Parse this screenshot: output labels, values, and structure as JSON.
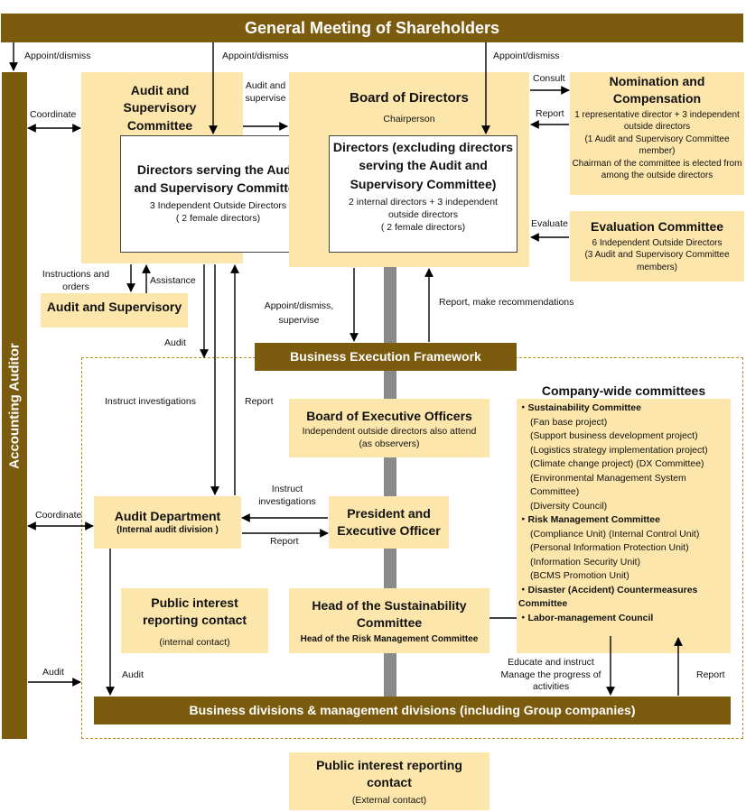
{
  "colors": {
    "dark": "#7b5b0e",
    "light": "#fde6ab",
    "connector": "#8a8a8a"
  },
  "shareholders": "General Meeting of Shareholders",
  "accounting_auditor": "Accounting Auditor",
  "audit_committee": {
    "title": "Audit and Supervisory Committee"
  },
  "audit_directors": {
    "title": "Directors serving the Audit and Supervisory Committee",
    "line1": "3 Independent Outside Directors",
    "line2": "( 2 female directors)"
  },
  "audit_staff": {
    "title": "Audit and Supervisory"
  },
  "board": {
    "title": "Board of Directors",
    "chairperson": "Chairperson"
  },
  "directors": {
    "title": "Directors (excluding directors serving the Audit and Supervisory Committee)",
    "line1": "2 internal directors + 3 independent outside directors",
    "line2": "( 2 female directors)"
  },
  "nomination": {
    "title": "Nomination and Compensation",
    "line1": "1 representative director + 3 independent outside directors",
    "line2": "(1 Audit and Supervisory Committee member)",
    "line3": "Chairman of the committee is elected from among the outside directors"
  },
  "evaluation": {
    "title": "Evaluation Committee",
    "line1": "6 Independent Outside Directors",
    "line2": "(3 Audit and Supervisory Committee members)"
  },
  "bef": "Business Execution Framework",
  "beo": {
    "title": "Board of Executive Officers",
    "line1": "Independent outside directors also attend",
    "line2": "(as observers)"
  },
  "audit_dept": {
    "title": "Audit Department",
    "sub": "(Internal audit division )"
  },
  "president": {
    "title": "President and Executive Officer"
  },
  "public_internal": {
    "title": "Public interest reporting contact",
    "sub": "(internal contact)"
  },
  "head_sus": {
    "title": "Head of the Sustainability Committee",
    "sub": "Head of the Risk Management Committee"
  },
  "business_div": "Business divisions & management divisions (including Group companies)",
  "public_external": {
    "title": "Public interest reporting contact",
    "sub": "(External contact)"
  },
  "cw": {
    "title": "Company-wide committees",
    "items": [
      {
        "text": "・Sustainability Committee",
        "bold": true
      },
      {
        "text": "(Fan base project)",
        "bold": false
      },
      {
        "text": "(Support business development project)",
        "bold": false
      },
      {
        "text": "(Logistics strategy implementation project)",
        "bold": false
      },
      {
        "text": "(Climate change project) (DX Committee)",
        "bold": false
      },
      {
        "text": "(Environmental Management System",
        "bold": false
      },
      {
        "text": "Committee)",
        "bold": false
      },
      {
        "text": "(Diversity Council)",
        "bold": false
      },
      {
        "text": "・Risk Management Committee",
        "bold": true
      },
      {
        "text": "(Compliance Unit) (Internal Control Unit)",
        "bold": false
      },
      {
        "text": "(Personal Information Protection Unit)",
        "bold": false
      },
      {
        "text": "(Information Security Unit)",
        "bold": false
      },
      {
        "text": "(BCMS Promotion Unit)",
        "bold": false
      },
      {
        "text": "・Disaster (Accident) Countermeasures",
        "bold": true
      },
      {
        "text": "Committee",
        "bold": true
      },
      {
        "text": "・Labor-management Council",
        "bold": true
      }
    ]
  },
  "labels": {
    "appoint_left": "Appoint/dismiss",
    "appoint_mid": "Appoint/dismiss",
    "appoint_right": "Appoint/dismiss",
    "consult": "Consult",
    "report_nom": "Report",
    "coordinate_top": "Coordinate",
    "audit_supervise": "Audit and supervise",
    "evaluate": "Evaluate",
    "instructions": "Instructions and orders",
    "assistance": "Assistance",
    "appoint_supervise": "Appoint/dismiss, supervise",
    "report_recommend": "Report, make recommendations",
    "audit_small": "Audit",
    "instruct_inv": "Instruct investigations",
    "report_ad": "Report",
    "coordinate_bottom": "Coordinate",
    "instruct_inv2": "Instruct investigations",
    "report_pres": "Report",
    "audit_left": "Audit",
    "audit_bd": "Audit",
    "educate": "Educate and instruct Manage the progress of activities",
    "report_cw": "Report"
  }
}
